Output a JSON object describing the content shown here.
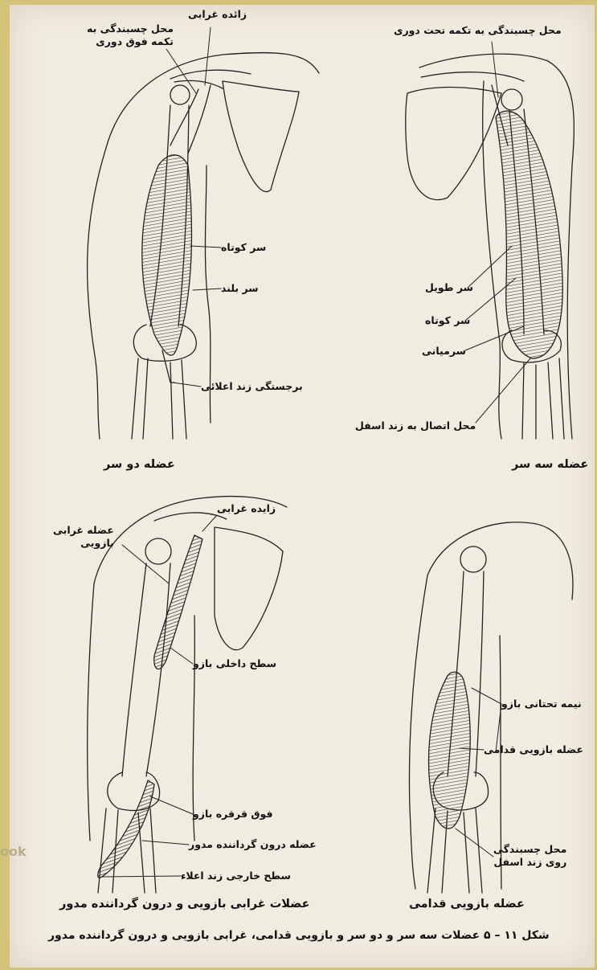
{
  "watermark": "ook",
  "panels": {
    "biceps": {
      "caption": "عضله دو سر",
      "labels": {
        "coracoid": "زائده غرابی",
        "supraglenoid": "محل چسبندگی به\nتکمه فوق دوری",
        "short_head": "سر کوتاه",
        "long_head": "سر بلند",
        "radial_tuberosity": "برجستگی زند اعلائی"
      }
    },
    "triceps": {
      "caption": "عضله سه سر",
      "labels": {
        "infraglenoid": "محل چسبندگی به تکمه تحت دوری",
        "long_head": "سر طویل",
        "short_head": "سر کوتاه",
        "medial_head": "سرمیانی",
        "ulna_insertion": "محل اتصال به زند اسفل"
      }
    },
    "coracobrachialis": {
      "caption": "عضلات غرابی بازویی و درون گرداننده مدور",
      "labels": {
        "coracoid": "زایده غرابی",
        "muscle": "عضله غرابی\nبازویی",
        "inner_surface": "سطح داخلی بازو",
        "epicondyle": "فوق قرقره بازو",
        "pronator": "عضله درون گرداننده مدور",
        "radius_surface": "سطح خارجی زند اعلاء"
      }
    },
    "brachialis": {
      "caption": "عضله بازویی قدامی",
      "labels": {
        "lower_half": "نیمه تحتانی بازو",
        "muscle": "عضله بازویی قدامی",
        "insertion": "محل چسبندگی\nروی زند اسفل"
      }
    }
  },
  "figure_caption": "شکل ۱۱ – ۵ عضلات سه سر و دو سر و بازویی قدامی، غرابی بازویی و درون گرداننده مدور"
}
